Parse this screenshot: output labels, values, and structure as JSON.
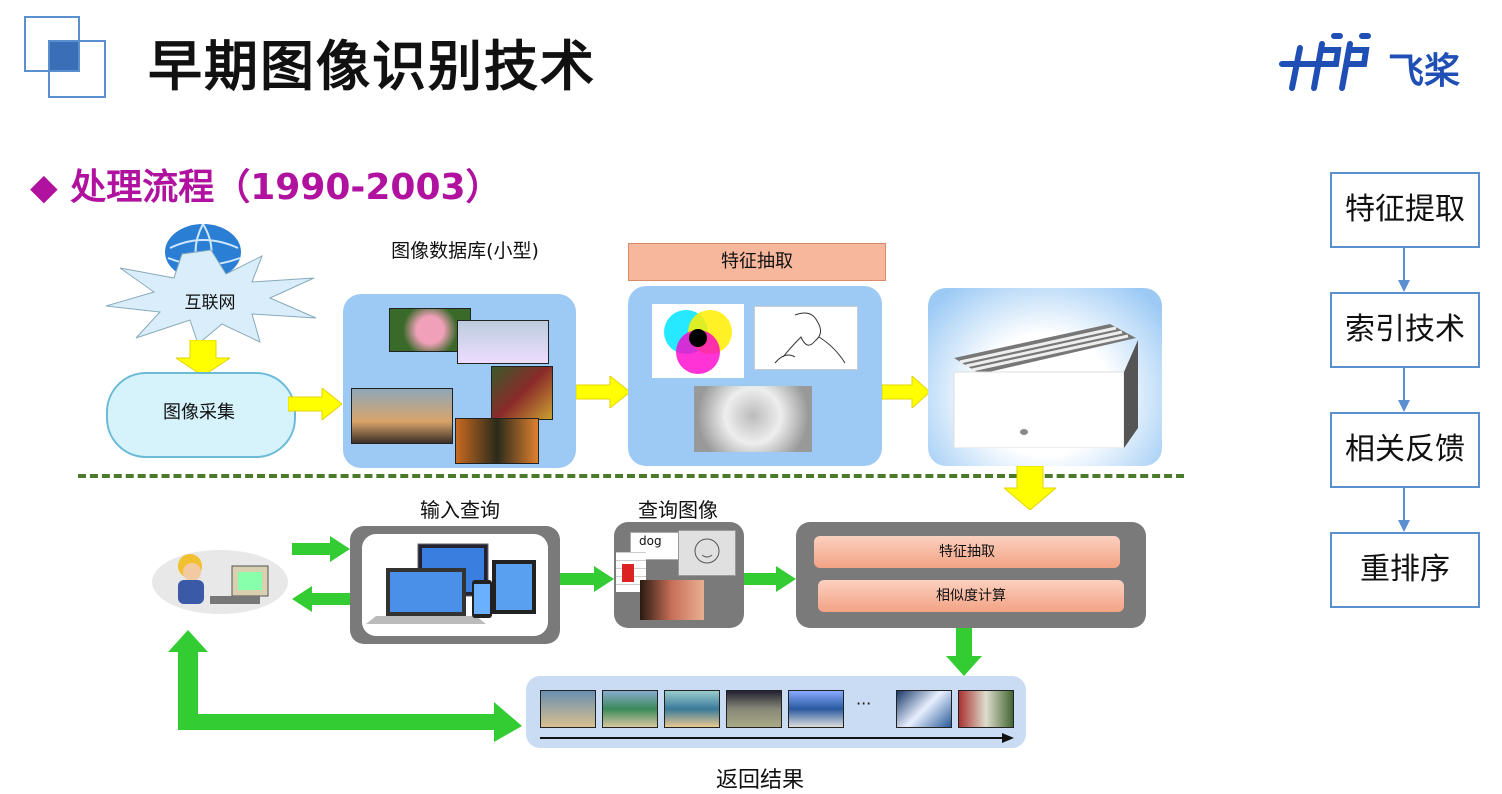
{
  "header": {
    "title": "早期图像识别技术",
    "logo_text": "飞桨",
    "section_title": "◆ 处理流程（1990-2003）"
  },
  "diagram": {
    "internet": "互联网",
    "acquisition": "图像采集",
    "database": "图像数据库(小型)",
    "feature_extract_top": "特征抽取",
    "input_query": "输入查询",
    "query_image": "查询图像",
    "query_dog_label": "dog",
    "feature_extract_bottom": "特征抽取",
    "similarity": "相似度计算",
    "return_results": "返回结果",
    "results_ellipsis": "···"
  },
  "side_steps": [
    "特征提取",
    "索引技术",
    "相关反馈",
    "重排序"
  ],
  "colors": {
    "section": "#b0119e",
    "panel": "#9ccaf5",
    "yellow_arrow": "#ffff00",
    "green_arrow": "#33cc33",
    "dash_line": "#4a7a2a",
    "side_border": "#5a8fd0"
  }
}
